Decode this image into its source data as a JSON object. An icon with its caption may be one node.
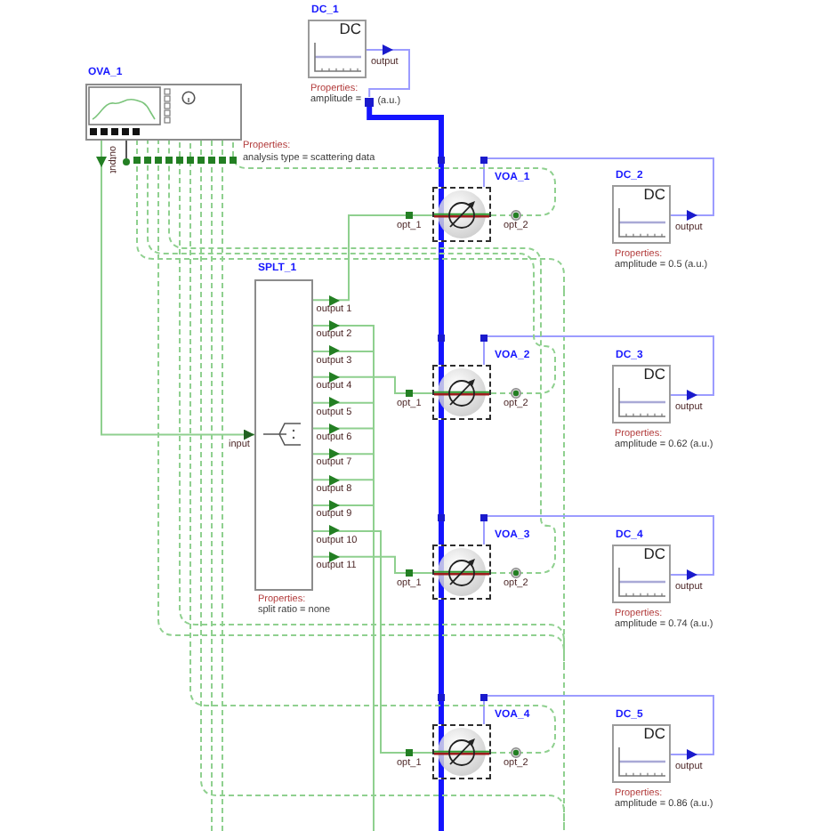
{
  "diagram": {
    "nodes": [
      {
        "text": [
          "DC_1",
          "DC"
        ],
        "beside": [
          "output",
          "Properties:",
          "amplitude ="
        ]
      },
      {
        "text": [
          "OVA_1"
        ],
        "beside": [
          "output",
          "Properties:",
          "analysis type = scattering data"
        ]
      },
      {
        "text": [],
        "shape": "box"
      },
      {
        "text": [
          "VOA_1"
        ],
        "beside": [
          "opt_1",
          "opt_2"
        ]
      },
      {
        "text": [
          "DC_2",
          "DC"
        ],
        "beside": [
          "output",
          "Properties:",
          "amplitude = 0.5 (a.u.)"
        ]
      },
      {
        "text": [
          "SPLT_1"
        ],
        "beside": [
          "input",
          "output 1",
          "output 2",
          "output 3",
          "output 4",
          "output 5",
          "output 6",
          "output 7",
          "output 8",
          "output 9",
          "output 10",
          "output 11",
          "Properties:",
          "split ratio = none"
        ]
      },
      {
        "text": [
          "VOA_2"
        ],
        "beside": [
          "opt_1",
          "opt_2"
        ]
      },
      {
        "text": [
          "DC_3",
          "DC"
        ],
        "beside": [
          "output",
          "Properties:",
          "amplitude = 0.62 (a.u.)"
        ]
      },
      {
        "text": [
          "VOA_3"
        ],
        "beside": [
          "opt_1",
          "opt_2"
        ]
      },
      {
        "text": [
          "DC_4",
          "DC"
        ],
        "beside": [
          "output",
          "Properties:",
          "amplitude = 0.74 (a.u.)"
        ]
      },
      {
        "text": [
          "VOA_4"
        ],
        "beside": [
          "opt_1",
          "opt_2"
        ]
      },
      {
        "text": [
          "DC_5",
          "DC"
        ],
        "beside": [
          "output",
          "Properties:",
          "amplitude = 0.86 (a.u.)"
        ]
      }
    ],
    "edges": [
      {
        "from": 0,
        "to": 2,
        "arrow": "none",
        "color": "#9c9cff"
      },
      {
        "from": 2,
        "to": 3,
        "arrow": "none",
        "style": "thick",
        "color": "#1414ff"
      },
      {
        "from": 3,
        "to": 6,
        "arrow": "none",
        "style": "thick",
        "color": "#1414ff"
      },
      {
        "from": 6,
        "to": 8,
        "arrow": "none",
        "style": "thick",
        "color": "#1414ff"
      },
      {
        "from": 8,
        "to": 10,
        "arrow": "none",
        "style": "thick",
        "color": "#1414ff"
      },
      {
        "from": 10,
        "to": null,
        "arrow": "none",
        "style": "thick",
        "color": "#1414ff"
      },
      {
        "from": 4,
        "to": 3,
        "arrow": "none",
        "color": "#9c9cff"
      },
      {
        "from": 7,
        "to": 6,
        "arrow": "none",
        "color": "#9c9cff"
      },
      {
        "from": 9,
        "to": 8,
        "arrow": "none",
        "color": "#9c9cff"
      },
      {
        "from": 11,
        "to": 10,
        "arrow": "none",
        "color": "#9c9cff"
      },
      {
        "from": 1,
        "to": 5,
        "arrow": "to"
      },
      {
        "from": 5,
        "to": 3,
        "arrow": "none"
      },
      {
        "from": 5,
        "to": null,
        "arrow": "none"
      },
      {
        "from": 5,
        "to": 6,
        "arrow": "none"
      },
      {
        "from": 5,
        "to": 10,
        "arrow": "none"
      },
      {
        "from": 5,
        "to": 8,
        "arrow": "none"
      },
      {
        "from": 3,
        "to": 1,
        "arrow": "none",
        "style": "dashed"
      },
      {
        "from": null,
        "to": 1,
        "arrow": "none",
        "style": "dashed"
      },
      {
        "from": 6,
        "to": 1,
        "arrow": "none",
        "style": "dashed"
      },
      {
        "from": null,
        "to": 1,
        "arrow": "none",
        "style": "dashed"
      },
      {
        "from": 8,
        "to": 1,
        "arrow": "none",
        "style": "dashed"
      },
      {
        "from": null,
        "to": 1,
        "arrow": "none",
        "style": "dashed"
      },
      {
        "from": 10,
        "to": 1,
        "arrow": "none",
        "style": "dashed"
      },
      {
        "from": null,
        "to": 1,
        "arrow": "none",
        "style": "dashed"
      },
      {
        "from": null,
        "to": 1,
        "arrow": "none",
        "style": "dashed"
      },
      {
        "from": null,
        "to": 1,
        "arrow": "none",
        "style": "dashed"
      }
    ],
    "labels": [
      "(a.u.)"
    ]
  }
}
